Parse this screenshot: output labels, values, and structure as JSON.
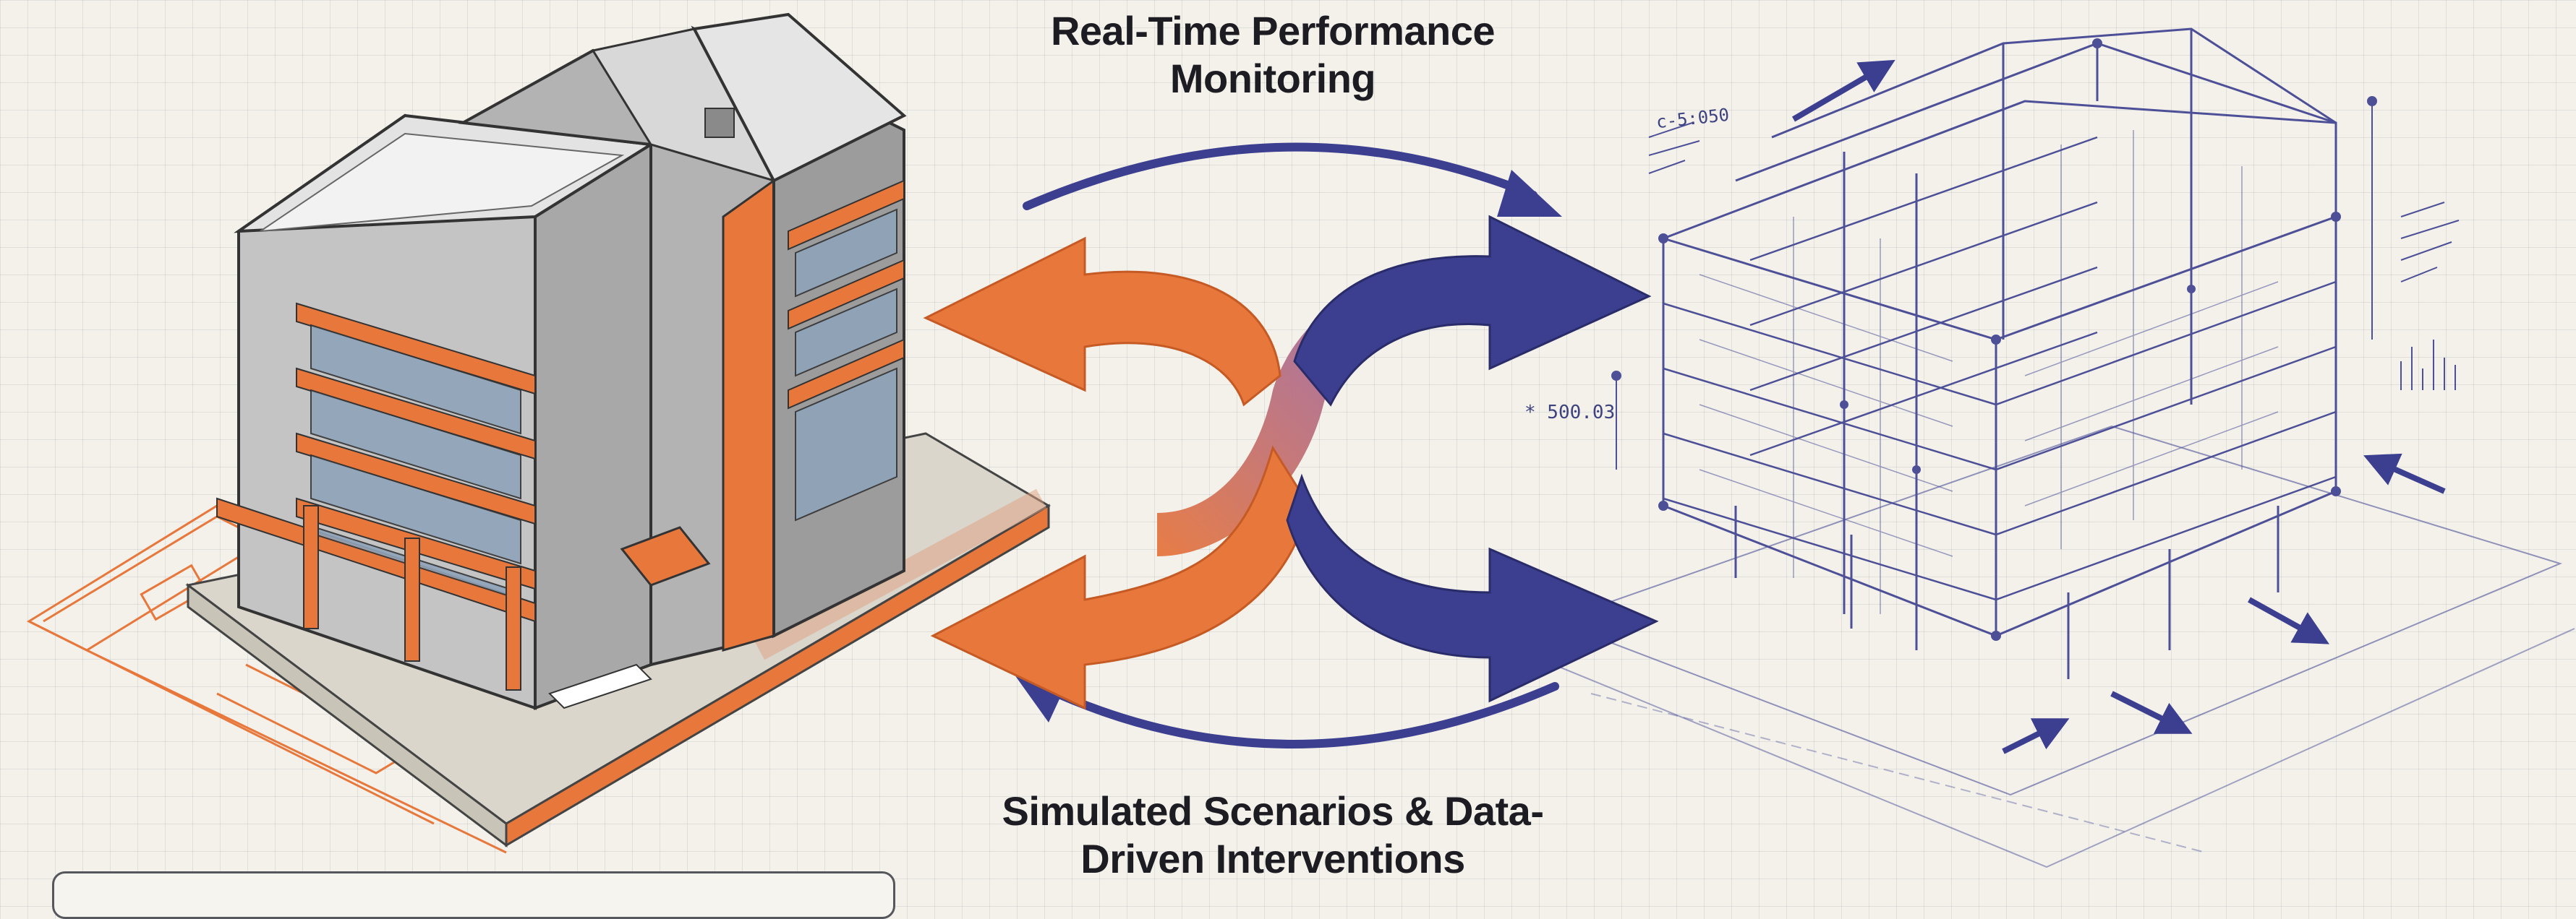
{
  "labels": {
    "top": "Real-Time Performance Monitoring",
    "bottom": "Simulated Scenarios & Data-Driven Interventions"
  },
  "annotations": {
    "value": "* 500.03",
    "code": "c-5:050"
  },
  "colors": {
    "physical_accent": "#e8773c",
    "digital_accent": "#3c3f8f",
    "concrete": "#b9b9b9",
    "background": "#f3f1ea",
    "text": "#1c1c22"
  },
  "icons": [
    "physical-building",
    "digital-twin-wireframe",
    "bidirectional-sync-arrows"
  ]
}
